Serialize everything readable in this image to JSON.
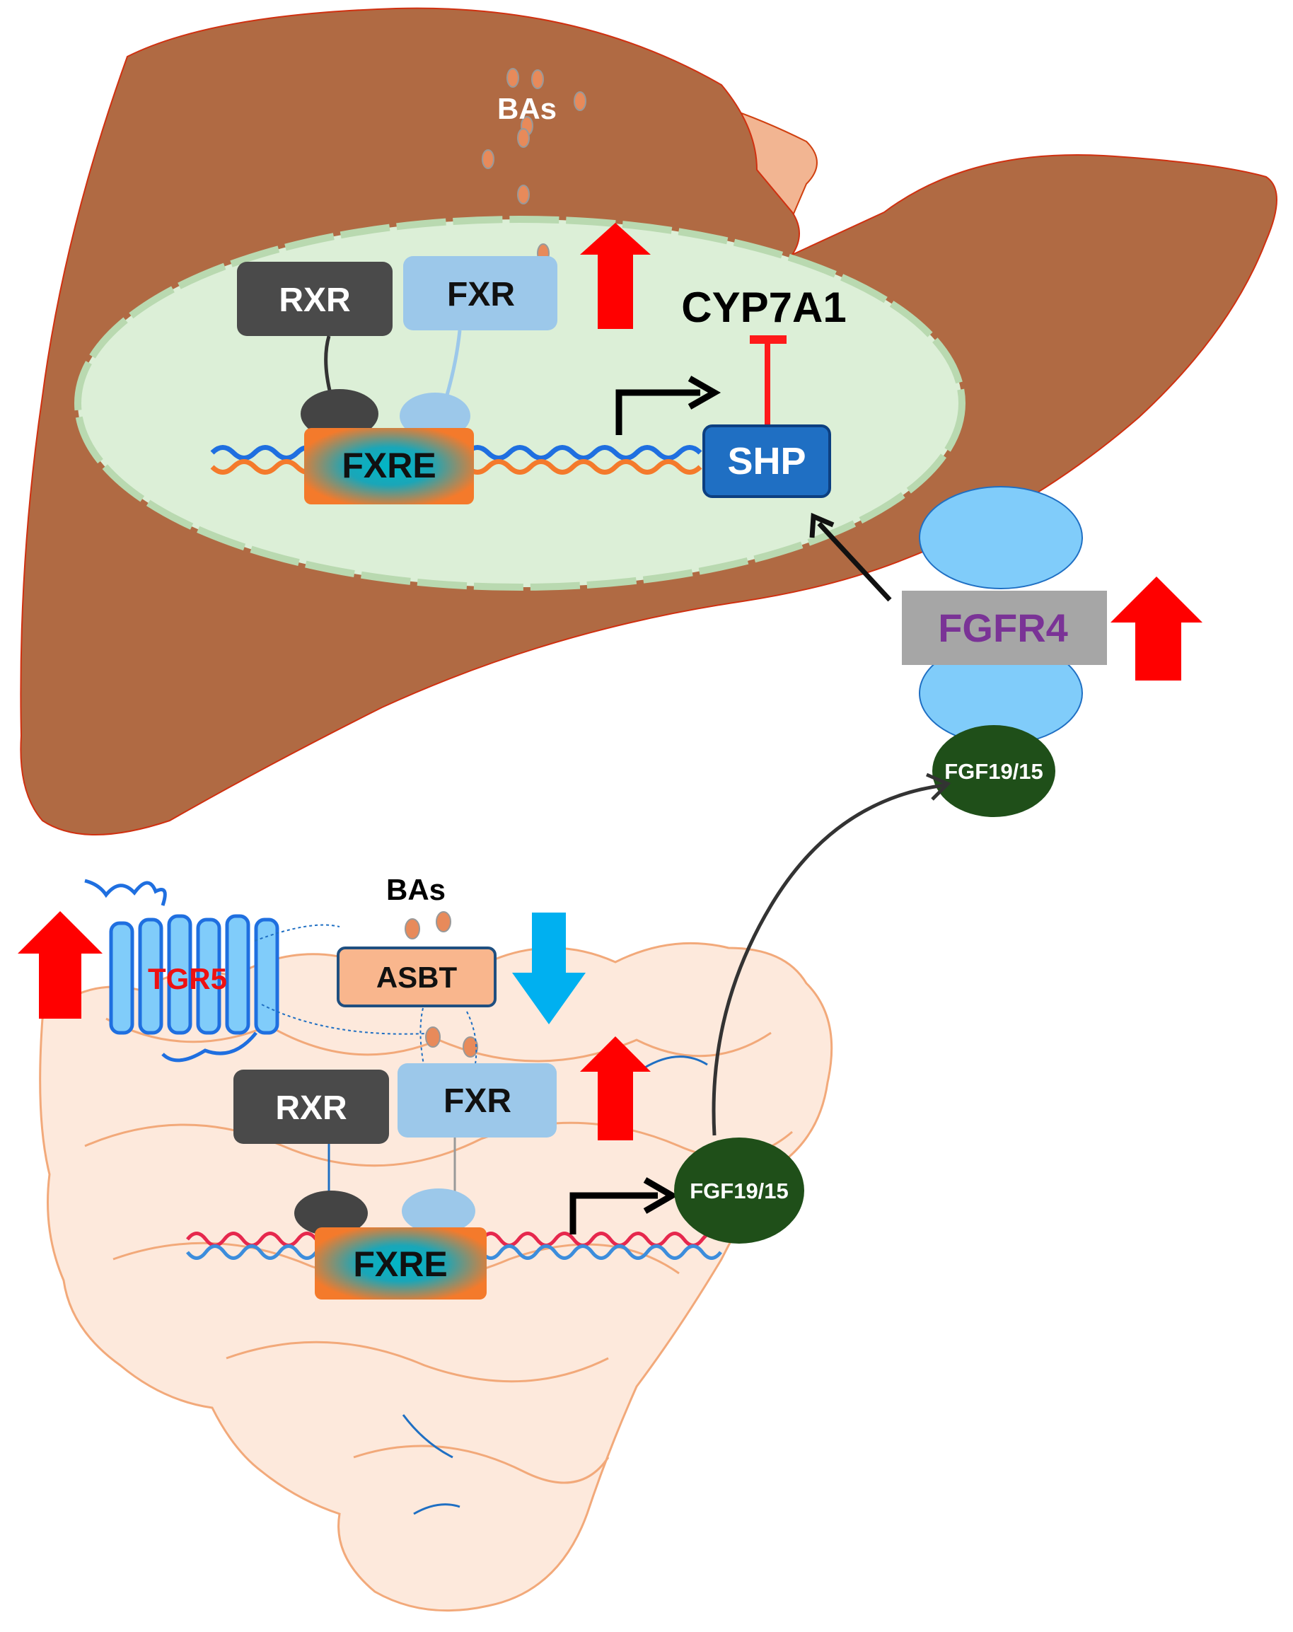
{
  "liver": {
    "bas_label": "BAs",
    "rxr_label": "RXR",
    "fxr_label": "FXR",
    "fxre_label": "FXRE",
    "shp_label": "SHP",
    "cyp7a1_label": "CYP7A1"
  },
  "receptor": {
    "fgfr4_label": "FGFR4",
    "fgf_liver_label": "FGF19/15"
  },
  "intestine": {
    "bas_label": "BAs",
    "asbt_label": "ASBT",
    "tgr5_label": "TGR5",
    "rxr_label": "RXR",
    "fxr_label": "FXR",
    "fxre_label": "FXRE",
    "fgf_label": "FGF19/15"
  },
  "colors": {
    "liver": "#b06a43",
    "nucleus": "#dcefd7",
    "rxr": "#4a4a4a",
    "fxr": "#9cc8ea",
    "shp": "#1f6fc3",
    "fgfr4_text": "#7a3396",
    "fgf": "#1f4f19",
    "up_arrow": "#ff0000",
    "down_arrow": "#00b0f0",
    "intestine": "#fde9dc"
  }
}
